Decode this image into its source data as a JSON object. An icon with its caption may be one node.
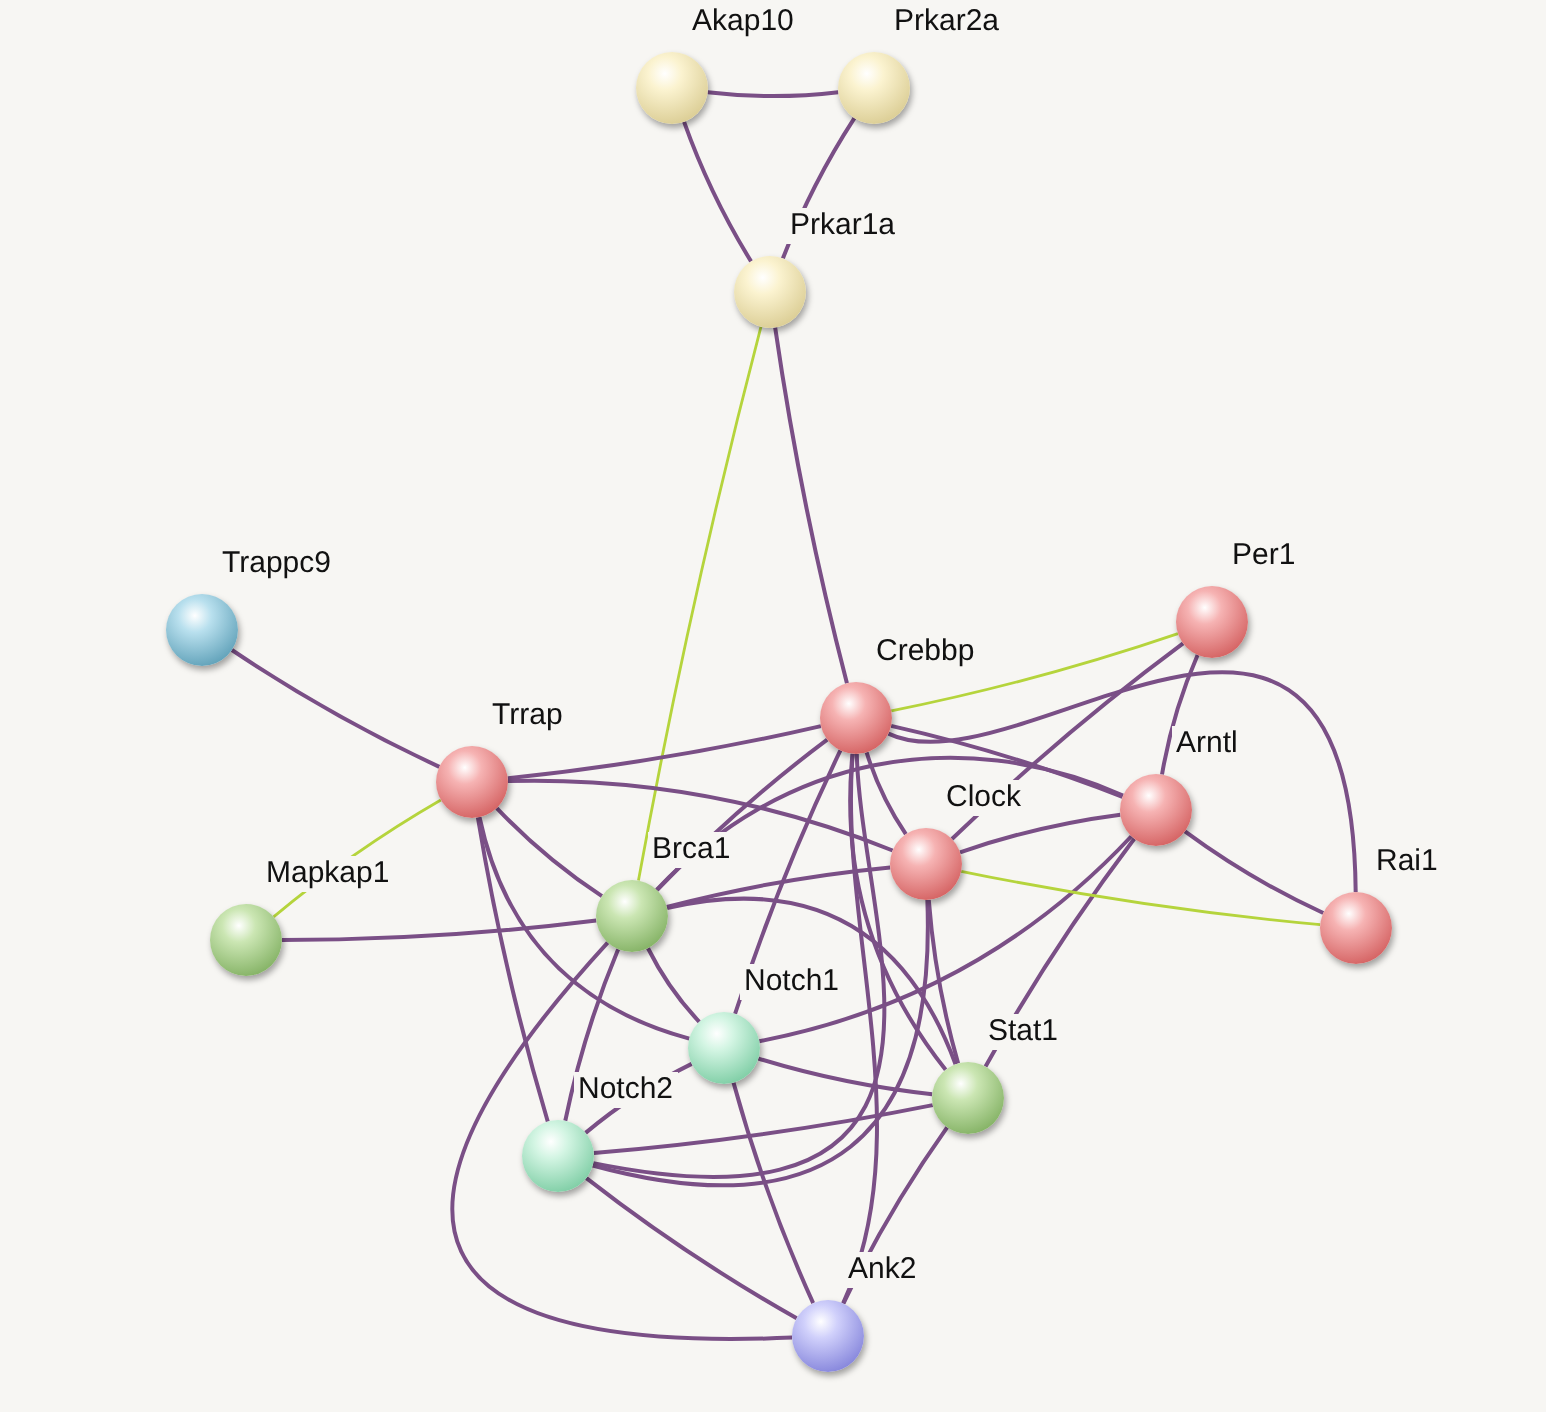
{
  "diagram": {
    "nodes": [
      {
        "text": [
          "Akap10"
        ]
      },
      {
        "text": [
          "Prkar2a"
        ]
      },
      {
        "text": [
          "Prkar1a"
        ]
      },
      {
        "text": [
          "Trappc9"
        ]
      },
      {
        "text": [
          "Per1"
        ]
      },
      {
        "text": [
          "Crebbp"
        ]
      },
      {
        "text": [
          "Trrap"
        ]
      },
      {
        "text": [
          "Arntl"
        ]
      },
      {
        "text": [
          "Clock"
        ]
      },
      {
        "text": [
          "Rai1"
        ]
      },
      {
        "text": [
          "Mapkap1"
        ]
      },
      {
        "text": [
          "Brca1"
        ]
      },
      {
        "text": [
          "Notch1"
        ]
      },
      {
        "text": [
          "Stat1"
        ]
      },
      {
        "text": [
          "Notch2"
        ]
      },
      {
        "text": [
          "Ank2"
        ]
      }
    ],
    "edges": [
      {
        "from": 0,
        "to": 1,
        "arrow": "none"
      },
      {
        "from": 0,
        "to": 2,
        "arrow": "none"
      },
      {
        "from": 1,
        "to": 2,
        "arrow": "none"
      },
      {
        "from": 2,
        "to": 5,
        "arrow": "none"
      },
      {
        "from": 2,
        "to": 11,
        "arrow": "none",
        "color": "#b5d43c"
      },
      {
        "from": 3,
        "to": 6,
        "arrow": "none"
      },
      {
        "from": 6,
        "to": 10,
        "arrow": "none",
        "color": "#b5d43c"
      },
      {
        "from": 6,
        "to": 5,
        "arrow": "none"
      },
      {
        "from": 6,
        "to": 8,
        "arrow": "none"
      },
      {
        "from": 6,
        "to": 11,
        "arrow": "none"
      },
      {
        "from": 6,
        "to": 12,
        "arrow": "none"
      },
      {
        "from": 6,
        "to": 14,
        "arrow": "none"
      },
      {
        "from": 10,
        "to": 11,
        "arrow": "none"
      },
      {
        "from": 5,
        "to": 4,
        "arrow": "none",
        "color": "#b5d43c"
      },
      {
        "from": 5,
        "to": 7,
        "arrow": "none"
      },
      {
        "from": 5,
        "to": 8,
        "arrow": "none"
      },
      {
        "from": 5,
        "to": 9,
        "arrow": "none"
      },
      {
        "from": 5,
        "to": 11,
        "arrow": "none"
      },
      {
        "from": 5,
        "to": 12,
        "arrow": "none"
      },
      {
        "from": 5,
        "to": 14,
        "arrow": "none"
      },
      {
        "from": 5,
        "to": 13,
        "arrow": "none"
      },
      {
        "from": 5,
        "to": 15,
        "arrow": "none"
      },
      {
        "from": 4,
        "to": 8,
        "arrow": "none"
      },
      {
        "from": 4,
        "to": 7,
        "arrow": "none"
      },
      {
        "from": 7,
        "to": 8,
        "arrow": "none"
      },
      {
        "from": 7,
        "to": 9,
        "arrow": "none"
      },
      {
        "from": 7,
        "to": 12,
        "arrow": "none"
      },
      {
        "from": 7,
        "to": 13,
        "arrow": "none"
      },
      {
        "from": 7,
        "to": 11,
        "arrow": "none"
      },
      {
        "from": 8,
        "to": 9,
        "arrow": "none",
        "color": "#b5d43c"
      },
      {
        "from": 8,
        "to": 11,
        "arrow": "none"
      },
      {
        "from": 8,
        "to": 13,
        "arrow": "none"
      },
      {
        "from": 8,
        "to": 14,
        "arrow": "none"
      },
      {
        "from": 11,
        "to": 12,
        "arrow": "none"
      },
      {
        "from": 11,
        "to": 13,
        "arrow": "none"
      },
      {
        "from": 11,
        "to": 14,
        "arrow": "none"
      },
      {
        "from": 11,
        "to": 15,
        "arrow": "none"
      },
      {
        "from": 12,
        "to": 14,
        "arrow": "none"
      },
      {
        "from": 12,
        "to": 13,
        "arrow": "none"
      },
      {
        "from": 12,
        "to": 15,
        "arrow": "none"
      },
      {
        "from": 14,
        "to": 13,
        "arrow": "none"
      },
      {
        "from": 14,
        "to": 15,
        "arrow": "none"
      },
      {
        "from": 13,
        "to": 15,
        "arrow": "none"
      }
    ]
  }
}
